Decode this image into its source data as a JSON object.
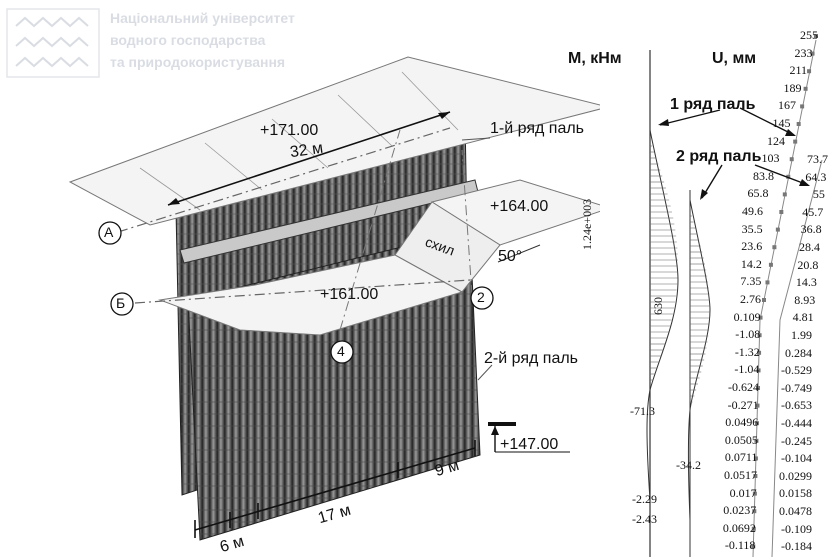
{
  "logo": {
    "lines": [
      "Національний університет",
      "водного господарства",
      "та природокористування"
    ]
  },
  "drawing": {
    "elev_top": "+171.00",
    "length_32": "32 м",
    "row1_label": "1-й ряд паль",
    "elev_164": "+164.00",
    "east_label": "схил",
    "angle": "50°",
    "elev_161": "+161.00",
    "row2_label": "2-й ряд паль",
    "elev_147": "+147.00",
    "dim_9": "9 м",
    "dim_17": "17 м",
    "dim_6": "6 м",
    "circle_A": "А",
    "circle_B": "Б",
    "circle_2": "2",
    "circle_4": "4"
  },
  "charts": {
    "m_title": "M, кНм",
    "u_title": "U,  мм",
    "row1_pointer": "1 ряд паль",
    "row2_pointer": "2 ряд паль",
    "m_row1_max": "1.24e+003",
    "m_row2_max": "630",
    "m_min1": "-71.3",
    "m_min2": "-34.2",
    "m_bottom1": "-2.29",
    "m_bottom2": "-2.43"
  },
  "u_row1": [
    "255",
    "233",
    "211",
    "189",
    "167",
    "145",
    "124",
    "103",
    "83.8",
    "65.8",
    "49.6",
    "35.5",
    "23.6",
    "14.2",
    "7.35",
    "2.76",
    "0.109",
    "-1.08",
    "-1.32",
    "-1.04",
    "-0.624",
    "-0.271",
    "0.0496",
    "0.0505",
    "0.0711",
    "0.0517",
    "0.017",
    "0.0237",
    "0.0692",
    "-0.118"
  ],
  "u_row2": [
    "73.7",
    "64.3",
    "55",
    "45.7",
    "36.8",
    "28.4",
    "20.8",
    "14.3",
    "8.93",
    "4.81",
    "1.99",
    "0.284",
    "-0.529",
    "-0.749",
    "-0.653",
    "-0.444",
    "-0.245",
    "-0.104",
    "0.0299",
    "0.0158",
    "0.0478",
    "-0.109",
    "-0.184"
  ]
}
